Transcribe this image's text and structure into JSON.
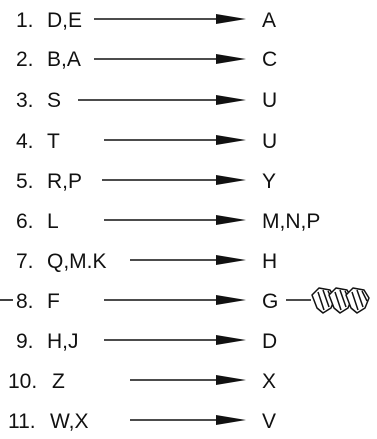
{
  "rows": [
    {
      "number": "1.",
      "inputs": "D,E",
      "output": "A"
    },
    {
      "number": "2.",
      "inputs": "B,A",
      "output": "C"
    },
    {
      "number": "3.",
      "inputs": "S",
      "output": "U"
    },
    {
      "number": "4.",
      "inputs": "T",
      "output": "U"
    },
    {
      "number": "5.",
      "inputs": "R,P",
      "output": "Y"
    },
    {
      "number": "6.",
      "inputs": "L",
      "output": "M,N,P"
    },
    {
      "number": "7.",
      "inputs": "Q,M.K",
      "output": "H"
    },
    {
      "number": "8.",
      "inputs": "F",
      "output": "G"
    },
    {
      "number": "9.",
      "inputs": "H,J",
      "output": "D"
    },
    {
      "number": "10.",
      "inputs": "Z",
      "output": "X"
    },
    {
      "number": "11.",
      "inputs": "W,X",
      "output": "V"
    }
  ],
  "wire_connectors": {
    "count": 3,
    "icon": "wire-nut-icon",
    "color": "#111111"
  }
}
